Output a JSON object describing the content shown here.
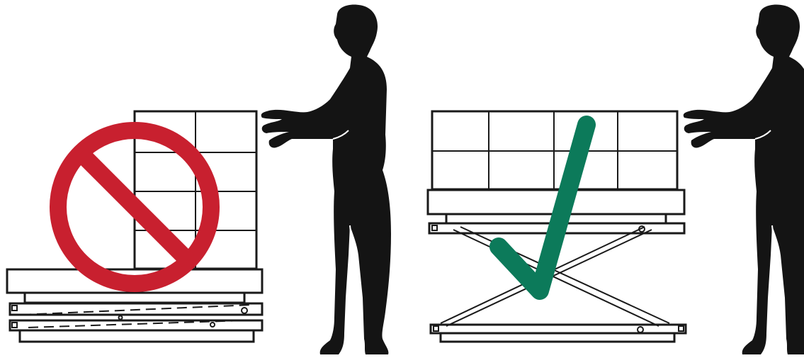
{
  "panels": [
    {
      "name": "incorrect",
      "lift_state": "lowered",
      "symbol": "prohibition-icon",
      "symbol_color": "#c8202f"
    },
    {
      "name": "correct",
      "lift_state": "raised",
      "symbol": "checkmark-icon",
      "symbol_color": "#0c7a5a"
    }
  ],
  "colors": {
    "prohibition": "#c8202f",
    "check": "#0c7a5a",
    "silhouette": "#141414",
    "outline": "#1a1a1a"
  }
}
